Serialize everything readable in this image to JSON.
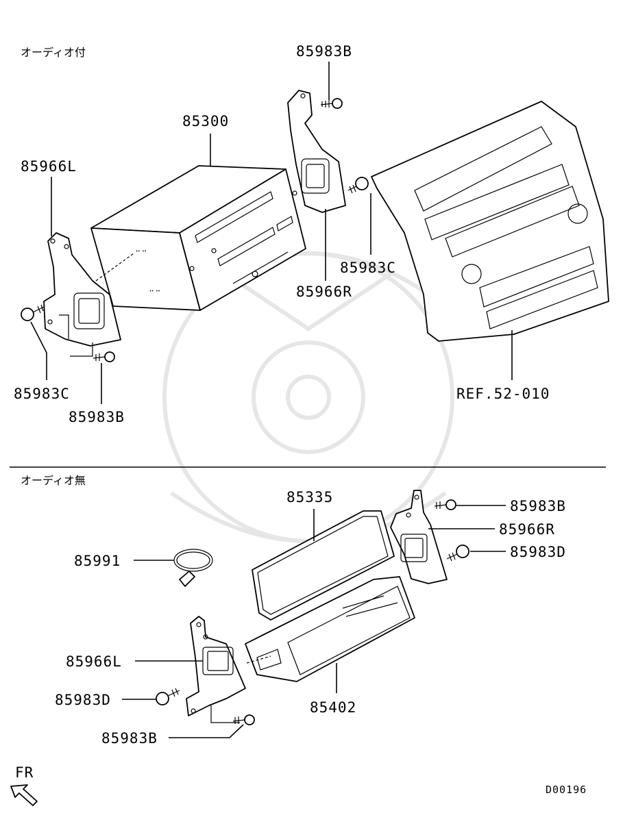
{
  "sections": {
    "with_audio": "オーディオ付",
    "without_audio": "オーディオ無"
  },
  "labels": {
    "upper_85983B_top": "85983B",
    "upper_85300": "85300",
    "upper_85966L": "85966L",
    "upper_85983C_right": "85983C",
    "upper_85966R": "85966R",
    "upper_85983C_left": "85983C",
    "upper_85983B_bottom": "85983B",
    "upper_ref": "REF.52-010",
    "lower_85335": "85335",
    "lower_85983B_top": "85983B",
    "lower_85966R": "85966R",
    "lower_85983D_right": "85983D",
    "lower_85991": "85991",
    "lower_85966L": "85966L",
    "lower_85402": "85402",
    "lower_85983D_left": "85983D",
    "lower_85983B_bottom": "85983B"
  },
  "direction_label": "FR",
  "diagram_code": "D00196"
}
